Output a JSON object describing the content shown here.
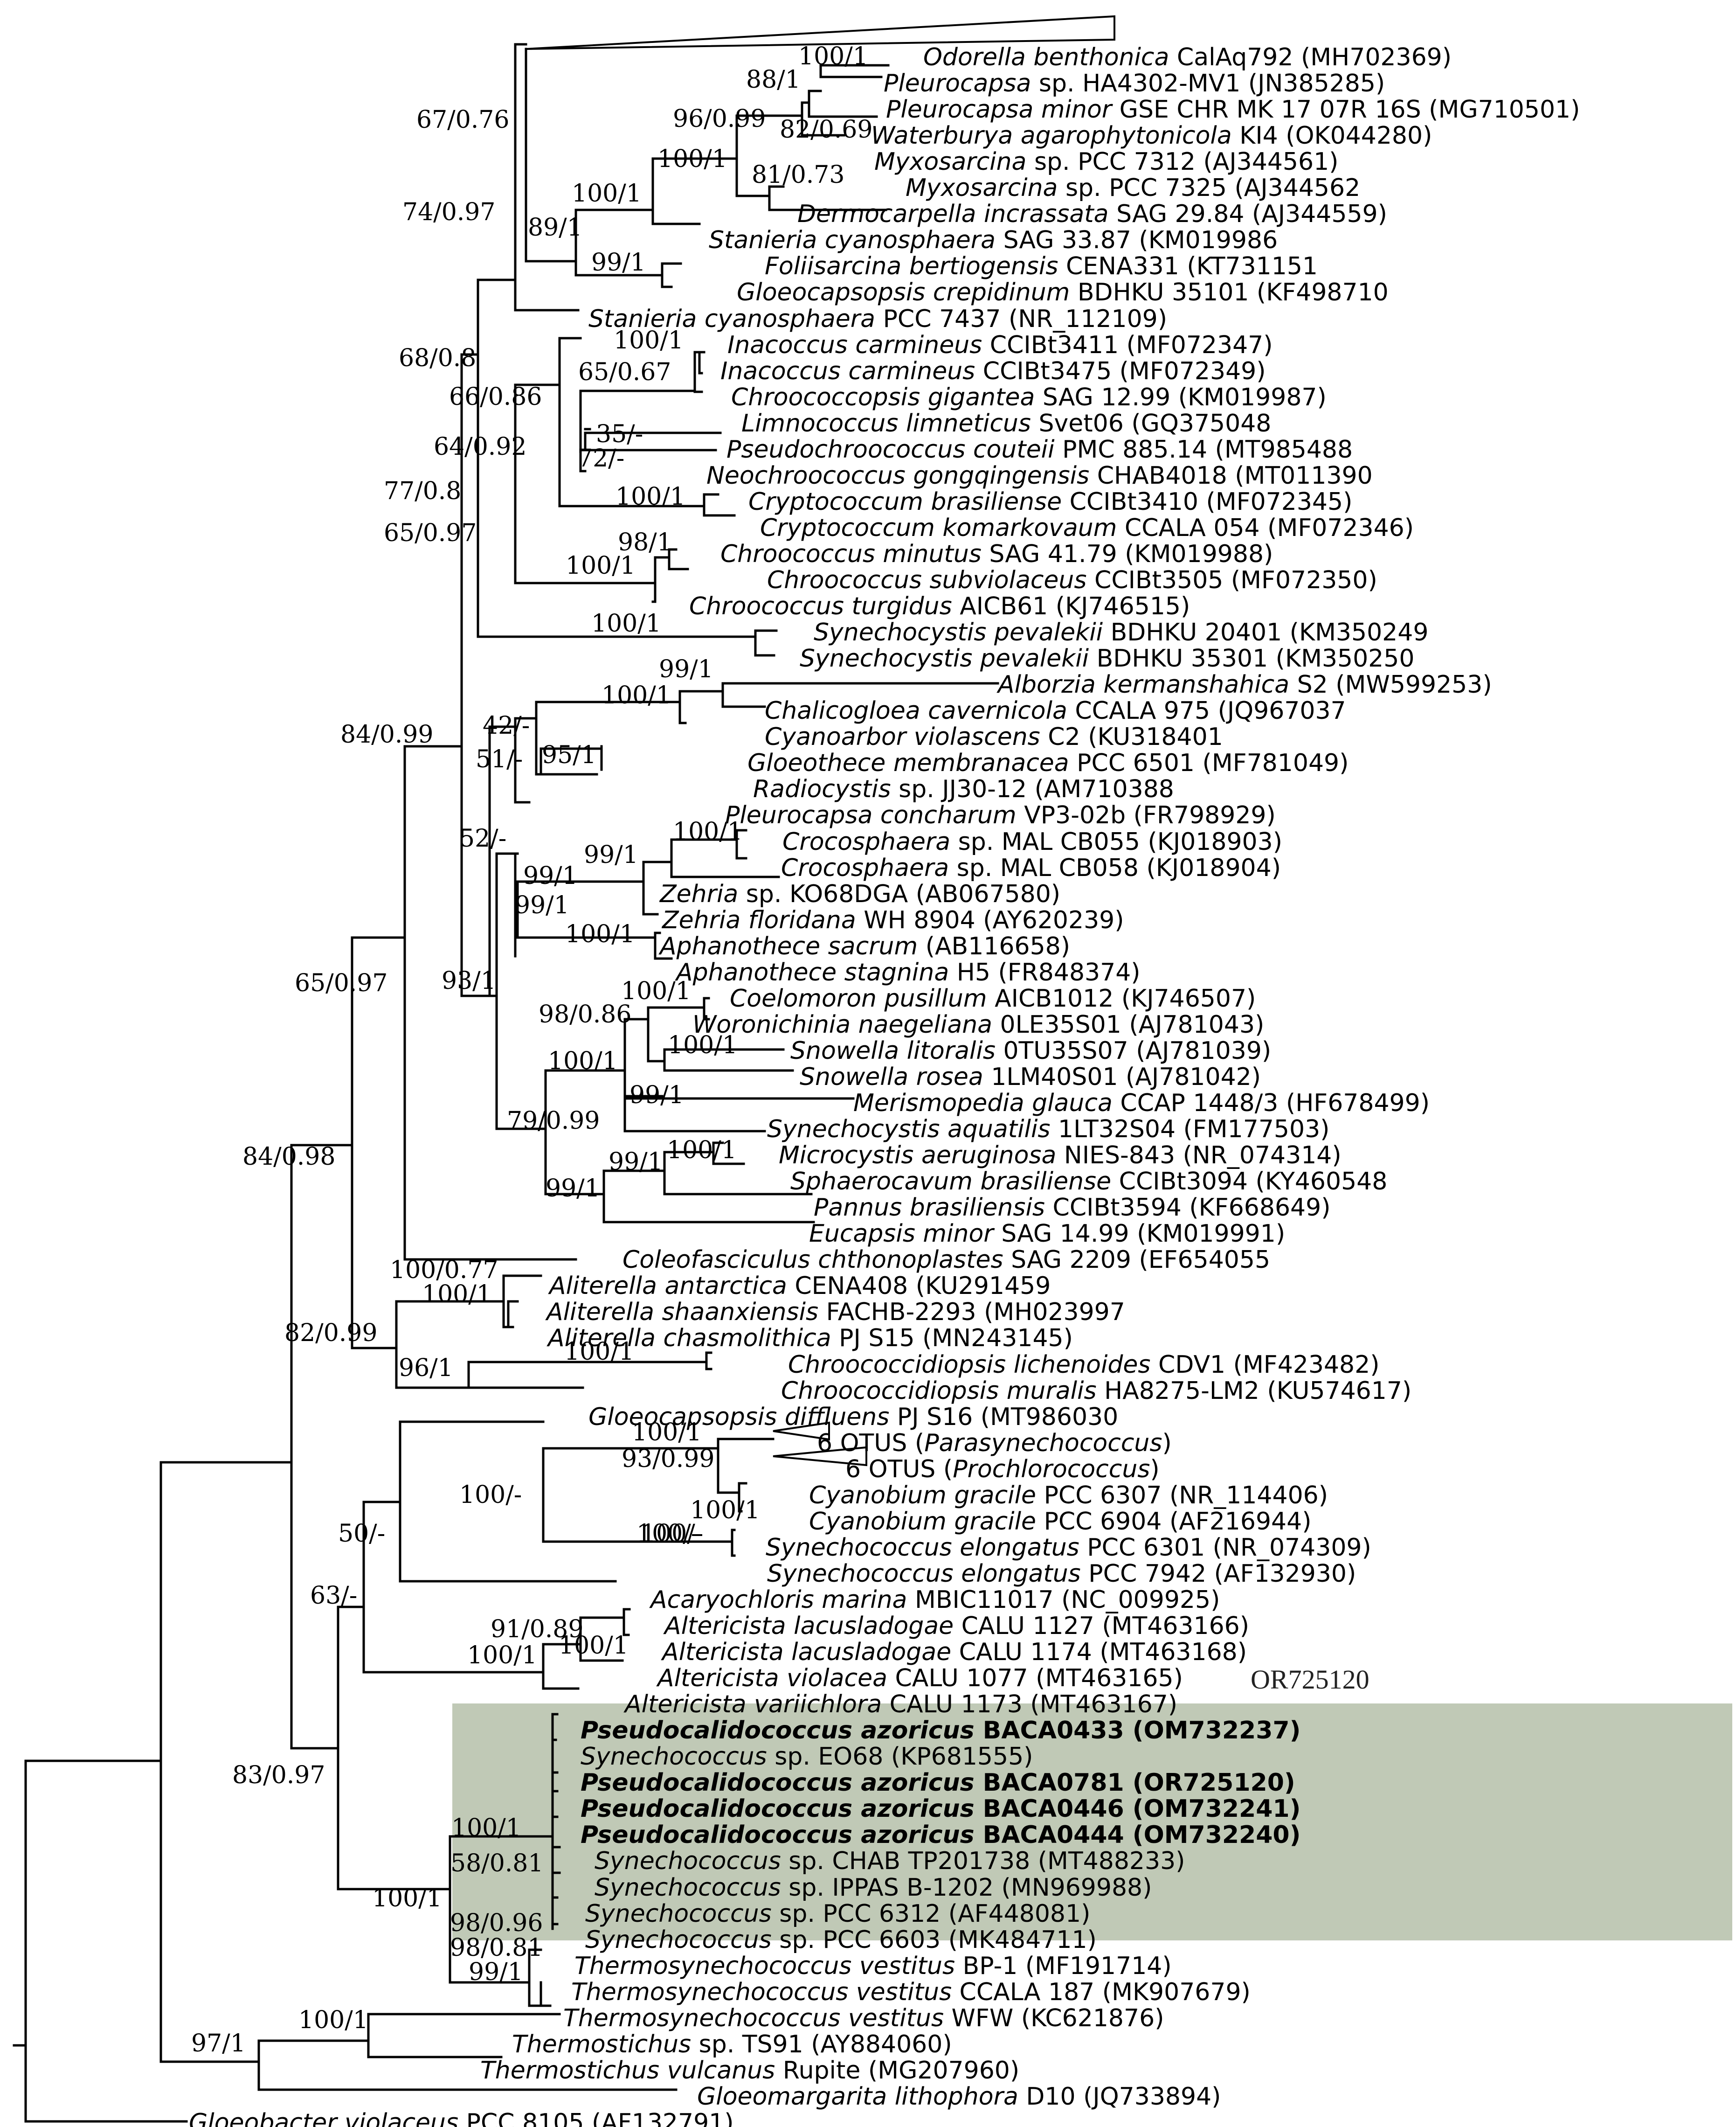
{
  "colors": {
    "highlight": "#c0c9b6",
    "line": "#000000"
  },
  "extra_label": "OR725120",
  "tips": [
    {
      "genus": "Odorella benthonica",
      "rest": " CalAq792 (MH702369)"
    },
    {
      "genus": "Pleurocapsa",
      "rest": " sp. HA4302-MV1 (JN385285)"
    },
    {
      "genus": "Pleurocapsa minor",
      "rest": " GSE CHR MK 17 07R 16S (MG710501)"
    },
    {
      "genus": "Waterburya agarophytonicola",
      "rest": " KI4 (OK044280)"
    },
    {
      "genus": "Myxosarcina",
      "rest": " sp. PCC 7312 (AJ344561)"
    },
    {
      "genus": "Myxosarcina",
      "rest": " sp. PCC 7325 (AJ344562"
    },
    {
      "genus": "Dermocarpella incrassata",
      "rest": " SAG 29.84 (AJ344559)"
    },
    {
      "genus": "Stanieria cyanosphaera",
      "rest": " SAG 33.87 (KM019986"
    },
    {
      "genus": "Foliisarcina bertiogensis",
      "rest": " CENA331 (KT731151"
    },
    {
      "genus": "Gloeocapsopsis crepidinum",
      "rest": " BDHKU 35101 (KF498710"
    },
    {
      "genus": "Stanieria cyanosphaera",
      "rest": " PCC 7437 (NR_112109)"
    },
    {
      "genus": "Inacoccus carmineus",
      "rest": " CCIBt3411 (MF072347)"
    },
    {
      "genus": "Inacoccus carmineus",
      "rest": " CCIBt3475 (MF072349)"
    },
    {
      "genus": "Chroococcopsis gigantea",
      "rest": " SAG 12.99 (KM019987)"
    },
    {
      "genus": "Limnococcus limneticus",
      "rest": " Svet06 (GQ375048"
    },
    {
      "genus": "Pseudochroococcus couteii",
      "rest": " PMC 885.14 (MT985488"
    },
    {
      "genus": "Neochroococcus gongqingensis",
      "rest": " CHAB4018 (MT011390"
    },
    {
      "genus": "Cryptococcum brasiliense",
      "rest": " CCIBt3410 (MF072345)"
    },
    {
      "genus": "Cryptococcum komarkovaum",
      "rest": " CCALA 054 (MF072346)"
    },
    {
      "genus": "Chroococcus minutus",
      "rest": " SAG 41.79 (KM019988)"
    },
    {
      "genus": "Chroococcus subviolaceus",
      "rest": " CCIBt3505 (MF072350)"
    },
    {
      "genus": "Chroococcus turgidus",
      "rest": " AICB61 (KJ746515)"
    },
    {
      "genus": "Synechocystis pevalekii",
      "rest": " BDHKU 20401 (KM350249"
    },
    {
      "genus": "Synechocystis pevalekii",
      "rest": " BDHKU 35301 (KM350250"
    },
    {
      "genus": "Alborzia kermanshahica",
      "rest": " S2 (MW599253)"
    },
    {
      "genus": "Chalicogloea cavernicola",
      "rest": " CCALA 975 (JQ967037"
    },
    {
      "genus": "Cyanoarbor violascens",
      "rest": " C2 (KU318401"
    },
    {
      "genus": "Gloeothece membranacea",
      "rest": " PCC 6501 (MF781049)"
    },
    {
      "genus": "Radiocystis",
      "rest": " sp. JJ30-12 (AM710388"
    },
    {
      "genus": "Pleurocapsa concharum",
      "rest": " VP3-02b (FR798929)"
    },
    {
      "genus": "Crocosphaera",
      "rest": " sp. MAL CB055 (KJ018903)"
    },
    {
      "genus": "Crocosphaera",
      "rest": " sp. MAL CB058 (KJ018904)"
    },
    {
      "genus": "Zehria",
      "rest": " sp. KO68DGA (AB067580)"
    },
    {
      "genus": "Zehria floridana",
      "rest": " WH 8904 (AY620239)"
    },
    {
      "genus": "Aphanothece sacrum",
      "rest": " (AB116658)"
    },
    {
      "genus": "Aphanothece stagnina",
      "rest": " H5 (FR848374)"
    },
    {
      "genus": "Coelomoron pusillum",
      "rest": " AICB1012 (KJ746507)"
    },
    {
      "genus": "Woronichinia naegeliana",
      "rest": " 0LE35S01 (AJ781043)"
    },
    {
      "genus": "Snowella litoralis",
      "rest": " 0TU35S07 (AJ781039)"
    },
    {
      "genus": "Snowella rosea",
      "rest": " 1LM40S01 (AJ781042)"
    },
    {
      "genus": "Merismopedia glauca",
      "rest": " CCAP 1448/3 (HF678499)"
    },
    {
      "genus": "Synechocystis aquatilis",
      "rest": " 1LT32S04 (FM177503)"
    },
    {
      "genus": "Microcystis aeruginosa",
      "rest": " NIES-843 (NR_074314)"
    },
    {
      "genus": "Sphaerocavum brasiliense",
      "rest": " CCIBt3094 (KY460548"
    },
    {
      "genus": "Pannus brasiliensis",
      "rest": " CCIBt3594 (KF668649)"
    },
    {
      "genus": "Eucapsis minor",
      "rest": " SAG 14.99 (KM019991)"
    },
    {
      "genus": "Coleofasciculus chthonoplastes",
      "rest": " SAG 2209 (EF654055"
    },
    {
      "genus": "Aliterella antarctica",
      "rest": " CENA408 (KU291459"
    },
    {
      "genus": "Aliterella shaanxiensis",
      "rest": " FACHB-2293 (MH023997"
    },
    {
      "genus": "Aliterella chasmolithica",
      "rest": " PJ S15 (MN243145)"
    },
    {
      "genus": "Chroococcidiopsis lichenoides",
      "rest": " CDV1 (MF423482)"
    },
    {
      "genus": "Chroococcidiopsis muralis",
      "rest": " HA8275-LM2 (KU574617)"
    },
    {
      "genus": "Gloeocapsopsis diffluens",
      "rest": " PJ S16 (MT986030"
    },
    {
      "pre": "6 OTUS (",
      "genus": "Parasynechococcus",
      "rest": ")"
    },
    {
      "pre": "6 OTUS (",
      "genus": "Prochlorococcus",
      "rest": ")"
    },
    {
      "genus": "Cyanobium gracile",
      "rest": " PCC 6307 (NR_114406)"
    },
    {
      "genus": "Cyanobium gracile",
      "rest": " PCC 6904 (AF216944)"
    },
    {
      "genus": "Synechococcus elongatus",
      "rest": " PCC 6301 (NR_074309)"
    },
    {
      "genus": "Synechococcus elongatus",
      "rest": " PCC 7942 (AF132930)"
    },
    {
      "genus": "Acaryochloris marina",
      "rest": " MBIC11017 (NC_009925)"
    },
    {
      "genus": "Altericista lacusladogae",
      "rest": " CALU 1127 (MT463166)"
    },
    {
      "genus": "Altericista lacusladogae",
      "rest": " CALU 1174 (MT463168)"
    },
    {
      "genus": "Altericista violacea",
      "rest": " CALU 1077 (MT463165)"
    },
    {
      "genus": "Altericista variichlora",
      "rest": " CALU 1173 (MT463167)"
    },
    {
      "genus": "Pseudocalidococcus azoricus",
      "rest": " BACA0433 (OM732237)",
      "bold": true
    },
    {
      "genus": "Synechococcus",
      "rest": " sp. EO68 (KP681555)"
    },
    {
      "genus": "Pseudocalidococcus azoricus",
      "rest": " BACA0781 (OR725120)",
      "bold": true
    },
    {
      "genus": "Pseudocalidococcus azoricus",
      "rest": " BACA0446 (OM732241)",
      "bold": true
    },
    {
      "genus": "Pseudocalidococcus azoricus",
      "rest": " BACA0444 (OM732240)",
      "bold": true
    },
    {
      "genus": "Synechococcus",
      "rest": " sp. CHAB TP201738 (MT488233)"
    },
    {
      "genus": "Synechococcus",
      "rest": " sp. IPPAS B-1202 (MN969988)"
    },
    {
      "genus": "Synechococcus",
      "rest": " sp. PCC 6312 (AF448081)"
    },
    {
      "genus": "Synechococcus",
      "rest": " sp. PCC 6603 (MK484711)"
    },
    {
      "genus": "Thermosynechococcus vestitus",
      "rest": " BP-1 (MF191714)"
    },
    {
      "genus": "Thermosynechococcus vestitus",
      "rest": " CCALA 187 (MK907679)"
    },
    {
      "genus": "Thermosynechococcus vestitus",
      "rest": " WFW (KC621876)"
    },
    {
      "genus": "Thermostichus",
      "rest": " sp. TS91 (AY884060)"
    },
    {
      "genus": "Thermostichus vulcanus",
      "rest": " Rupite (MG207960)"
    },
    {
      "genus": "Gloeomargarita lithophora",
      "rest": " D10 (JQ733894)"
    },
    {
      "genus": "Gloeobacter violaceus",
      "rest": " PCC 8105 (AF132791)"
    }
  ],
  "supports": [
    "100/1",
    "88/1",
    "96/0.99",
    "82/0.69",
    "81/0.73",
    "100/1",
    "100/1",
    "67/0.76",
    "74/0.97",
    "89/1",
    "99/1",
    "100/1",
    "65/0.67",
    "68/0.8",
    "66/0.86",
    "35/-",
    "72/-",
    "64/0.92",
    "100/1",
    "77/0.8",
    "65/0.97",
    "98/1",
    "100/1",
    "100/1",
    "99/1",
    "100/1",
    "42/-",
    "51/-",
    "95/1",
    "84/0.99",
    "52/-",
    "100/1",
    "99/1",
    "99/1",
    "99/1",
    "100/1",
    "100/1",
    "98/0.86",
    "100/1",
    "100/1",
    "99/1",
    "65/0.97",
    "93/1",
    "79/0.99",
    "100/1",
    "99/1",
    "99/1",
    "84/0.98",
    "100/0.77",
    "100/1",
    "82/0.99",
    "100/1",
    "96/1",
    "100/1",
    "93/0.99",
    "100/-",
    "100/1",
    "100/-",
    "100/-",
    "50/-",
    "100/1",
    "91/0.89",
    "100/1",
    "63/-",
    "83/0.97",
    "100/1",
    "58/0.81",
    "100/1",
    "98/0.96",
    "98/0.81",
    "99/1",
    "100/1",
    "97/1"
  ]
}
